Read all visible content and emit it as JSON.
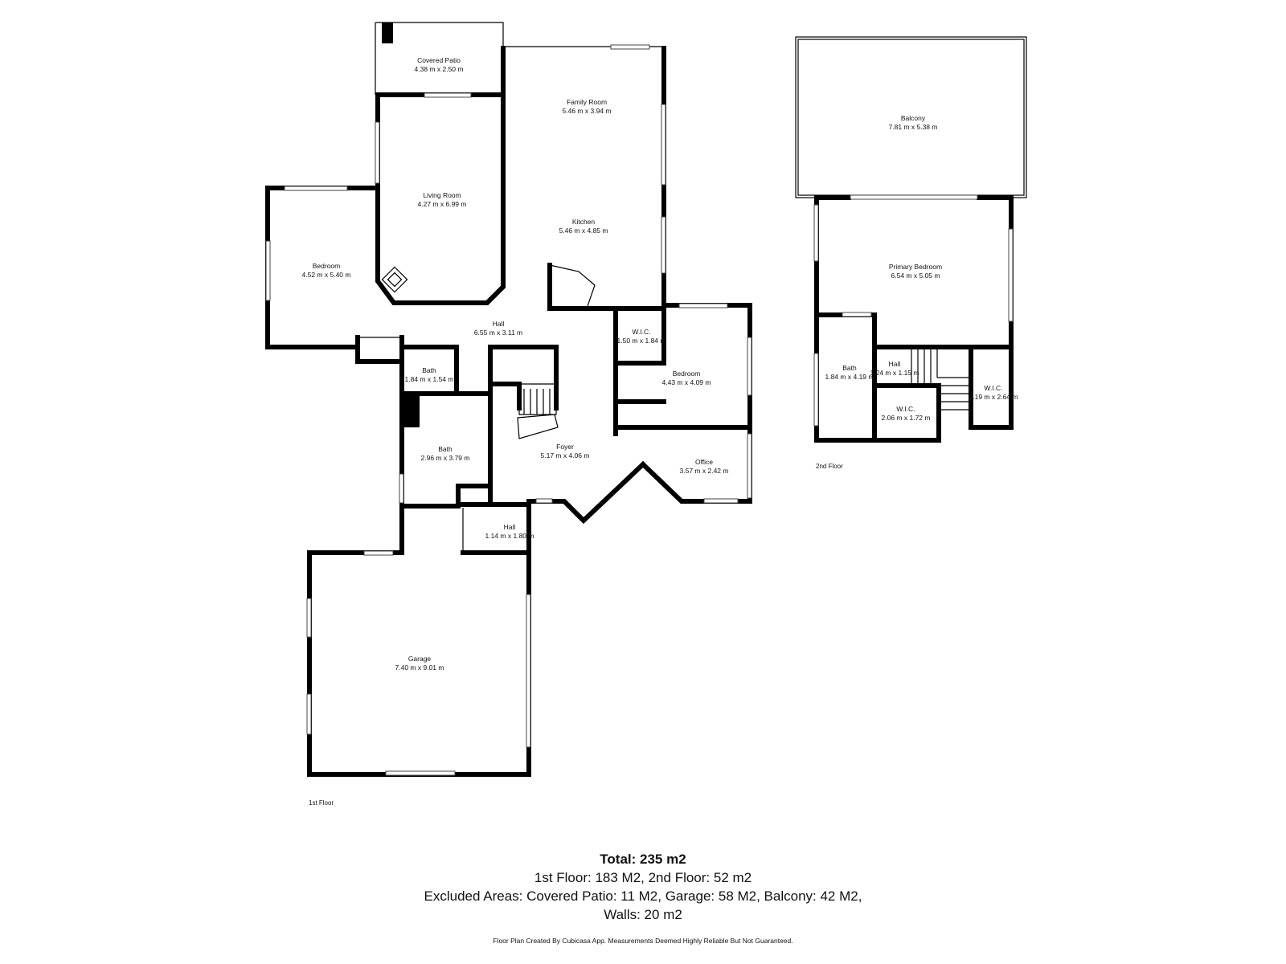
{
  "rooms": {
    "covered_patio": {
      "name": "Covered Patio",
      "dim": "4.38 m x 2.50 m"
    },
    "family_room": {
      "name": "Family Room",
      "dim": "5.46 m x 3.94 m"
    },
    "living_room": {
      "name": "Living Room",
      "dim": "4.27 m x 6.99 m"
    },
    "kitchen": {
      "name": "Kitchen",
      "dim": "5.46 m x 4.85 m"
    },
    "bedroom_1": {
      "name": "Bedroom",
      "dim": "4.52 m x 5.40 m"
    },
    "hall_main": {
      "name": "Hall",
      "dim": "6.55 m x 3.11 m"
    },
    "wic_1": {
      "name": "W.I.C.",
      "dim": "1.50 m x 1.84 m"
    },
    "bedroom_2": {
      "name": "Bedroom",
      "dim": "4.43 m x 4.09 m"
    },
    "bath_small": {
      "name": "Bath",
      "dim": "1.84 m x 1.54 m"
    },
    "bath_1": {
      "name": "Bath",
      "dim": "2.96 m x 3.79 m"
    },
    "foyer": {
      "name": "Foyer",
      "dim": "5.17 m x 4.06 m"
    },
    "office": {
      "name": "Office",
      "dim": "3.57 m x 2.42 m"
    },
    "hall_small": {
      "name": "Hall",
      "dim": "1.14 m x 1.80 m"
    },
    "garage": {
      "name": "Garage",
      "dim": "7.40 m x 9.01 m"
    },
    "balcony": {
      "name": "Balcony",
      "dim": "7.81 m x 5.38 m"
    },
    "primary_bedroom": {
      "name": "Primary Bedroom",
      "dim": "6.54 m x 5.05 m"
    },
    "bath_2": {
      "name": "Bath",
      "dim": "1.84 m x 4.19 m"
    },
    "hall_2": {
      "name": "Hall",
      "dim": "1.24 m x 1.15 m"
    },
    "wic_2": {
      "name": "W.I.C.",
      "dim": "2.06 m x 1.72 m"
    },
    "wic_3": {
      "name": "W.I.C.",
      "dim": "1.19 m x 2.64 m"
    }
  },
  "floors": {
    "first": "1st Floor",
    "second": "2nd Floor"
  },
  "summary": {
    "total": "Total: 235 m2",
    "line2": "1st Floor: 183 M2, 2nd Floor: 52 m2",
    "line3": "Excluded Areas: Covered Patio: 11 M2, Garage: 58 M2, Balcony: 42 M2,",
    "line4": "Walls: 20 m2"
  },
  "disclaimer": "Floor Plan Created By Cubicasa App. Measurements Deemed Highly Reliable But Not Guaranteed."
}
